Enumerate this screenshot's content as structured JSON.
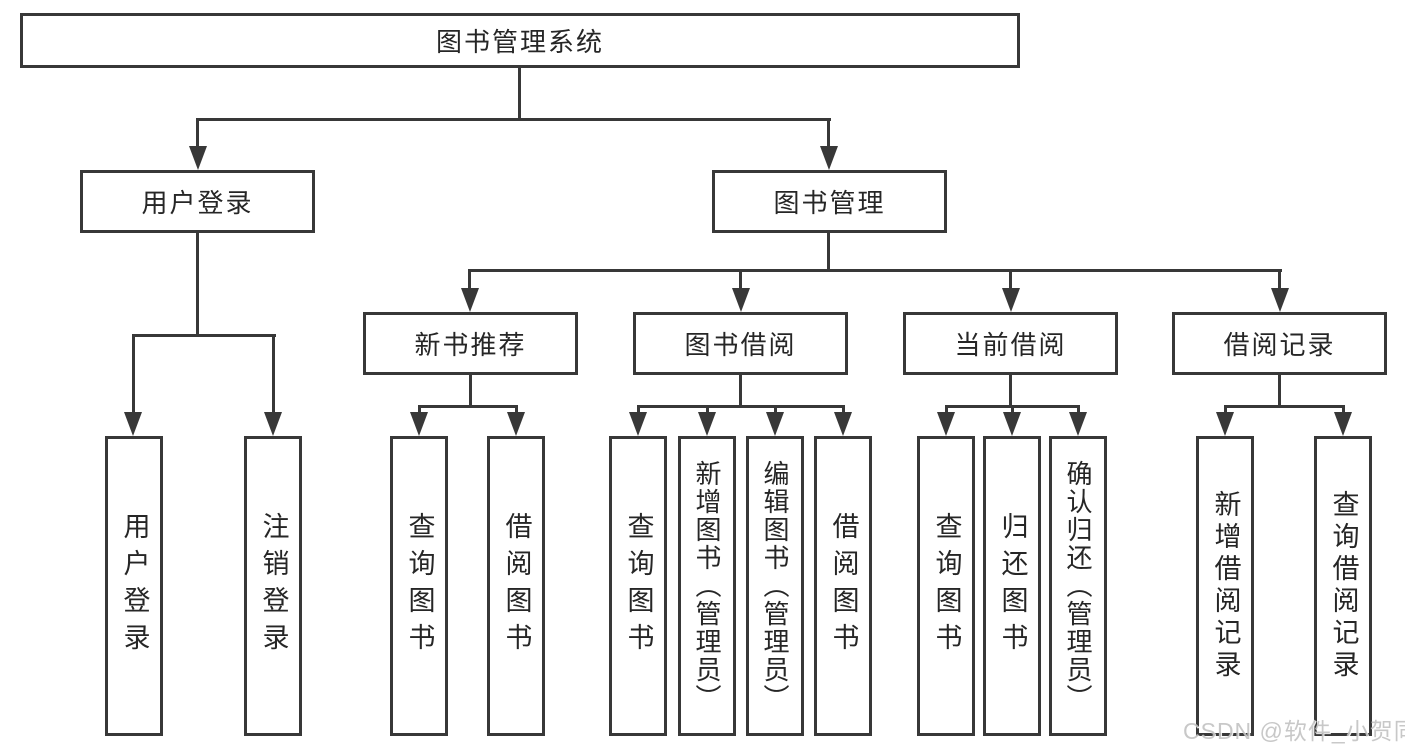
{
  "tree": {
    "root": {
      "label": "图书管理系统"
    },
    "level2": [
      {
        "label": "用户登录"
      },
      {
        "label": "图书管理"
      }
    ],
    "level3": [
      {
        "label": "新书推荐"
      },
      {
        "label": "图书借阅"
      },
      {
        "label": "当前借阅"
      },
      {
        "label": "借阅记录"
      }
    ],
    "leaves": {
      "user": [
        "用户登录",
        "注销登录"
      ],
      "recommend": [
        "查询图书",
        "借阅图书"
      ],
      "borrow": [
        "查询图书",
        "新增图书（管理员）",
        "编辑图书（管理员）",
        "借阅图书"
      ],
      "current": [
        "查询图书",
        "归还图书",
        "确认归还（管理员）"
      ],
      "records": [
        "新增借阅记录",
        "查询借阅记录"
      ]
    }
  },
  "watermark": {
    "text": "CSDN @软件_小贺同学"
  },
  "colors": {
    "line": "#383838",
    "box_border": "#383838",
    "box_background": "#ffffff",
    "text": "#262626",
    "watermark": "#c3c3c3",
    "page_background": "#ffffff"
  }
}
